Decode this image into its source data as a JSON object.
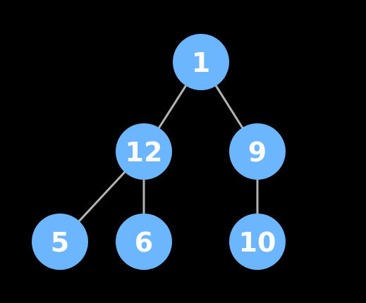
{
  "tree": {
    "colors": {
      "background": "#000000",
      "node_fill": "#6cb6ff",
      "edge": "#b3b3b3",
      "label": "#ffffff"
    },
    "nodes": [
      {
        "id": "n1",
        "label": "1"
      },
      {
        "id": "n12",
        "label": "12"
      },
      {
        "id": "n9",
        "label": "9"
      },
      {
        "id": "n5",
        "label": "5"
      },
      {
        "id": "n6",
        "label": "6"
      },
      {
        "id": "n10",
        "label": "10"
      }
    ],
    "edges": [
      {
        "from": "n1",
        "to": "n12"
      },
      {
        "from": "n1",
        "to": "n9"
      },
      {
        "from": "n12",
        "to": "n5"
      },
      {
        "from": "n12",
        "to": "n6"
      },
      {
        "from": "n9",
        "to": "n10"
      }
    ]
  }
}
